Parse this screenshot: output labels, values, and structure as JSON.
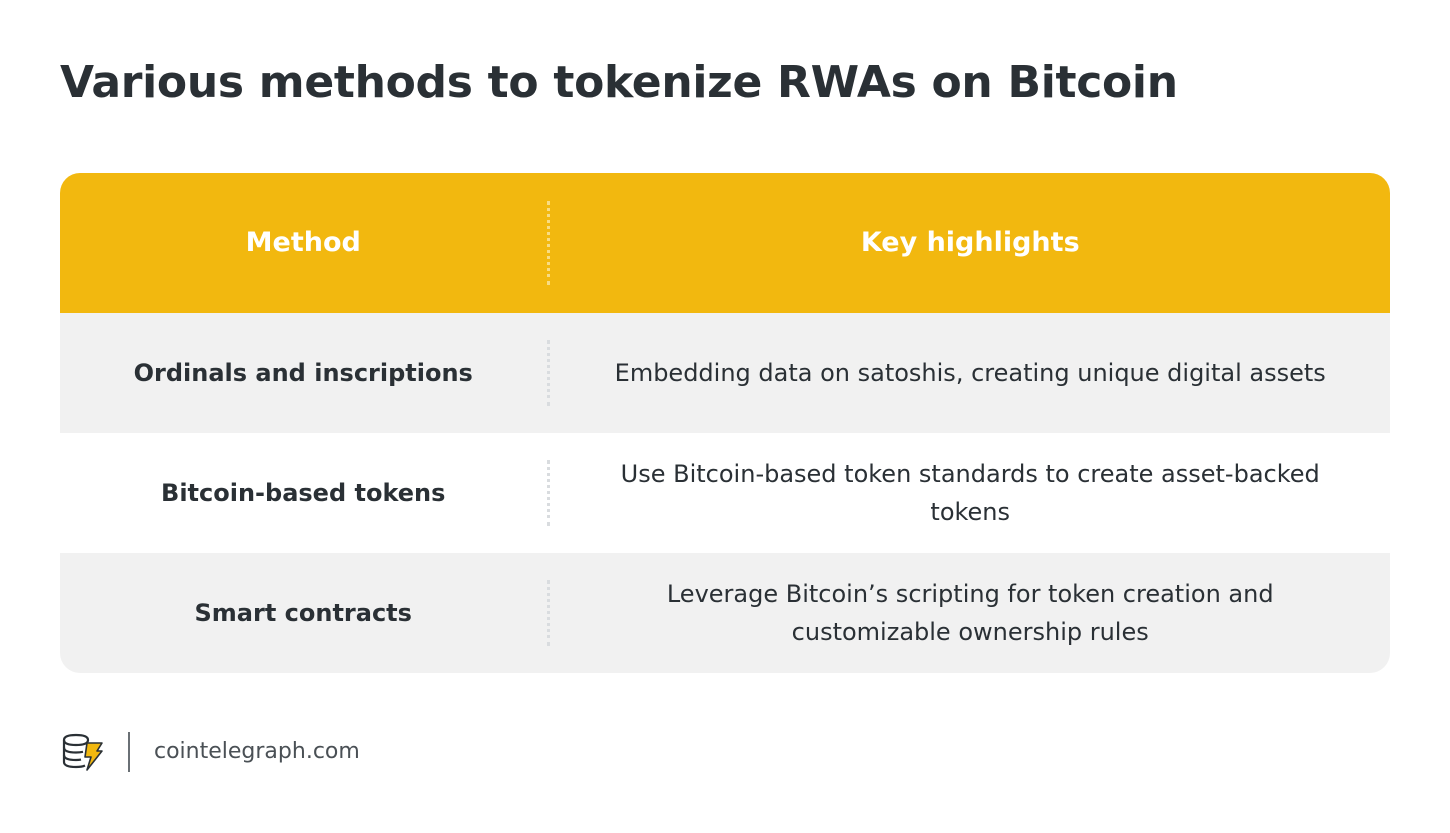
{
  "title": "Various methods to tokenize RWAs on Bitcoin",
  "table": {
    "headers": {
      "method": "Method",
      "highlights": "Key highlights"
    },
    "rows": [
      {
        "method": "Ordinals and inscriptions",
        "highlight": "Embedding data on satoshis, creating unique digital assets"
      },
      {
        "method": "Bitcoin-based tokens",
        "highlight": "Use Bitcoin-based token standards to create asset-backed tokens"
      },
      {
        "method": "Smart contracts",
        "highlight": "Leverage Bitcoin’s scripting for token creation and customizable ownership rules"
      }
    ]
  },
  "footer": {
    "logo_icon": "cointelegraph-logo-icon",
    "site": "cointelegraph.com"
  },
  "colors": {
    "header_background": "#f2b80f",
    "shaded_row": "#f1f1f1",
    "text": "#2a3035"
  }
}
